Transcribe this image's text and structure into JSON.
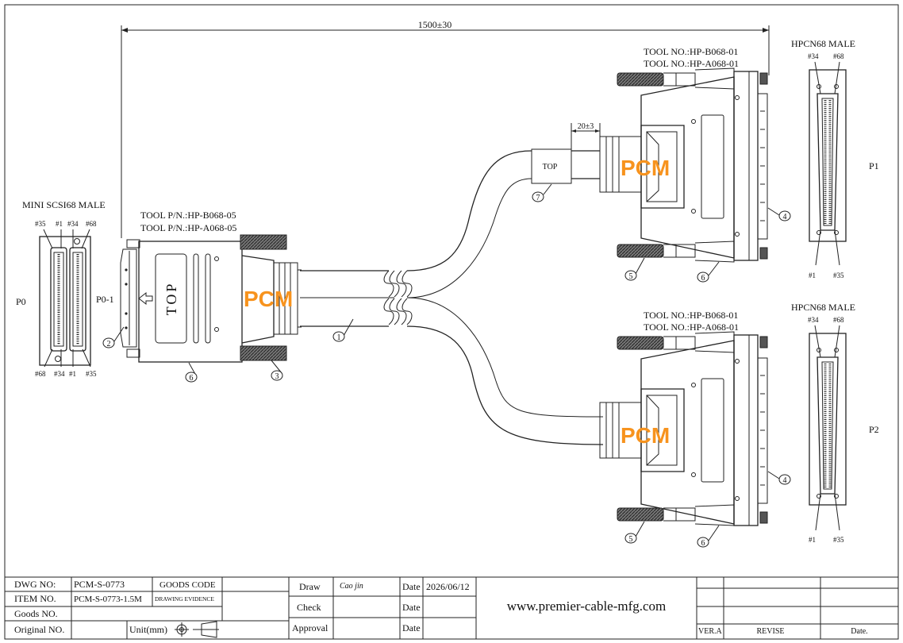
{
  "drawing": {
    "overall_length": "1500±30",
    "sleeve_length": "20±3",
    "sleeve_label": "TOP",
    "logo_text": "PCM",
    "p0": {
      "title": "MINI SCSI68 MALE",
      "name": "P0",
      "pins_top": [
        "#35",
        "#1",
        "#34",
        "#68"
      ],
      "pins_bottom": [
        "#68",
        "#34",
        "#1",
        "#35"
      ],
      "tool_line1": "TOOL P/N.:HP-B068-05",
      "tool_line2": "TOOL P/N.:HP-A068-05",
      "side_label": "P0-1",
      "top_label": "TOP"
    },
    "p1": {
      "title": "HPCN68 MALE",
      "name": "P1",
      "pins_top": [
        "#34",
        "#68"
      ],
      "pins_bottom": [
        "#1",
        "#35"
      ],
      "tool_line1": "TOOL NO.:HP-B068-01",
      "tool_line2": "TOOL NO.:HP-A068-01"
    },
    "p2": {
      "title": "HPCN68 MALE",
      "name": "P2",
      "pins_top": [
        "#34",
        "#68"
      ],
      "pins_bottom": [
        "#1",
        "#35"
      ],
      "tool_line1": "TOOL NO.:HP-B068-01",
      "tool_line2": "TOOL NO.:HP-A068-01"
    },
    "callouts": {
      "c1": "1",
      "c2": "2",
      "c3": "3",
      "c4": "4",
      "c5": "5",
      "c6": "6",
      "c7": "7"
    }
  },
  "title_block": {
    "dwg_no_label": "DWG NO:",
    "dwg_no": "PCM-S-0773",
    "goods_code_label": "GOODS CODE",
    "item_no_label": "ITEM NO.",
    "item_no": "PCM-S-0773-1.5M",
    "drawing_evidence_label": "DRAWING EVIDENCE",
    "goods_no_label": "Goods NO.",
    "original_no_label": "Original NO.",
    "unit_label": "Unit(mm)",
    "draw_label": "Draw",
    "draw_signature": "Cao jin",
    "check_label": "Check",
    "approval_label": "Approval",
    "date_label": "Date",
    "date_value": "2026/06/12",
    "website": "www.premier-cable-mfg.com",
    "ver_label": "VER.A",
    "revise_label": "REVISE",
    "rev_date_label": "Date."
  },
  "colors": {
    "logo": "#f7931e",
    "line": "#222222",
    "knurl": "#555555"
  }
}
